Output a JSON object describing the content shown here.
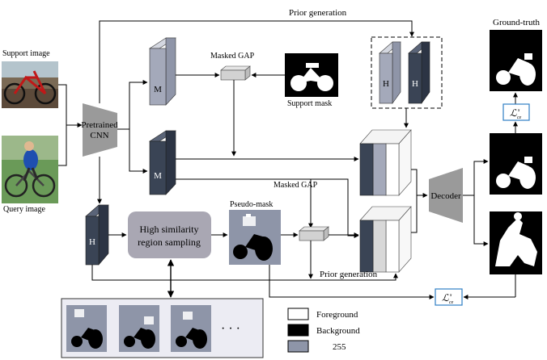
{
  "labels": {
    "support_image": "Support image",
    "query_image": "Query image",
    "pretrained_line1": "Pretrained",
    "pretrained_line2": "CNN",
    "prior_generation_top": "Prior generation",
    "prior_generation_bottom": "Prior generation",
    "masked_gap_top": "Masked GAP",
    "masked_gap_mid": "Masked GAP",
    "support_mask": "Support mask",
    "pseudo_mask": "Pseudo-mask",
    "ground_truth": "Ground-truth",
    "sampling_line1": "High similarity",
    "sampling_line2": "region sampling",
    "decoder": "Decoder",
    "feature_m_top": "M",
    "feature_m_bottom": "M",
    "feature_h_left": "H",
    "feature_h_prior_1": "H",
    "feature_h_prior_2": "H",
    "loss_top": "ℒ",
    "loss_top_sup": "s",
    "loss_top_sub": "ce",
    "loss_bottom": "ℒ",
    "loss_bottom_sup": "s",
    "loss_bottom_sub": "ce",
    "ellipsis": "· · ·"
  },
  "legend": [
    {
      "label": "Foreground",
      "color": "#ffffff"
    },
    {
      "label": "Background",
      "color": "#000000"
    },
    {
      "label": "255",
      "color": "#8e95a8"
    }
  ],
  "colors": {
    "light_block": "#a4a9ba",
    "dark_block": "#3a4455",
    "gray_block": "#9a9a9a",
    "sampling_fill": "#a9a7b3",
    "panel_fill": "#ececf3",
    "loss_border": "#2f7fc4"
  }
}
